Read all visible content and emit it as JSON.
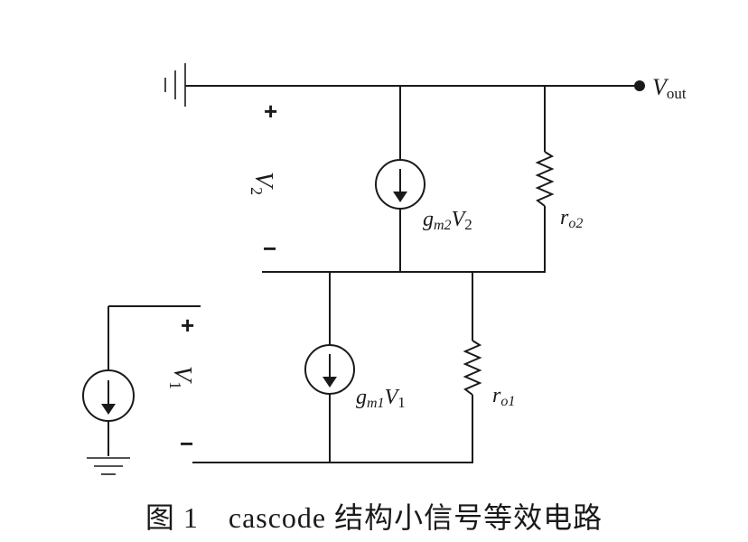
{
  "circuit": {
    "output_node": {
      "name": "V",
      "subscript": "out"
    },
    "upper_stage": {
      "control_voltage": {
        "name": "V",
        "subscript": "2"
      },
      "plus_sign": "+",
      "minus_sign": "−",
      "current_source": {
        "g": "g",
        "g_sub": "m2",
        "v": "V",
        "v_sub": "2"
      },
      "resistor": {
        "r": "r",
        "r_sub": "o2"
      }
    },
    "lower_stage": {
      "control_voltage": {
        "name": "V",
        "subscript": "1"
      },
      "plus_sign": "+",
      "minus_sign": "−",
      "current_source": {
        "g": "g",
        "g_sub": "m1",
        "v": "V",
        "v_sub": "1"
      },
      "resistor": {
        "r": "r",
        "r_sub": "o1"
      }
    }
  },
  "caption": "图 1　cascode 结构小信号等效电路"
}
